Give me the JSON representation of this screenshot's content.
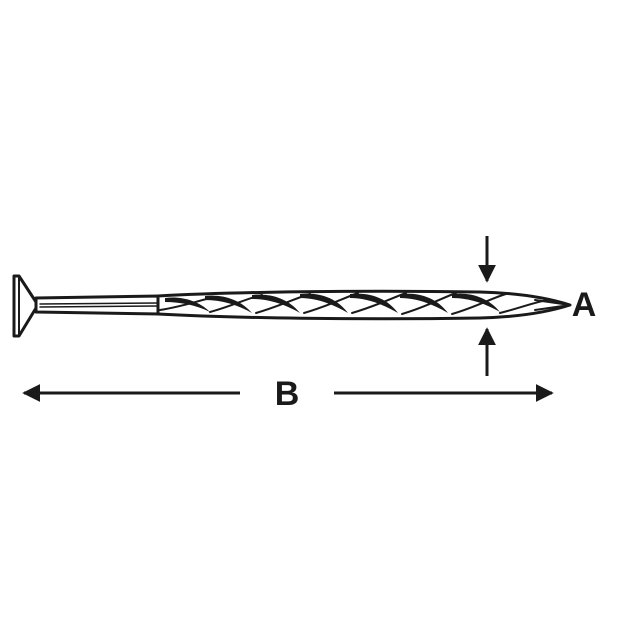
{
  "diagram": {
    "labels": {
      "diameter": "A",
      "length": "B"
    },
    "colors": {
      "ink": "#1a1a1a",
      "background": "#ffffff"
    },
    "parts": [
      "nail-head",
      "nail-shank",
      "spiral-thread",
      "nail-point"
    ]
  }
}
